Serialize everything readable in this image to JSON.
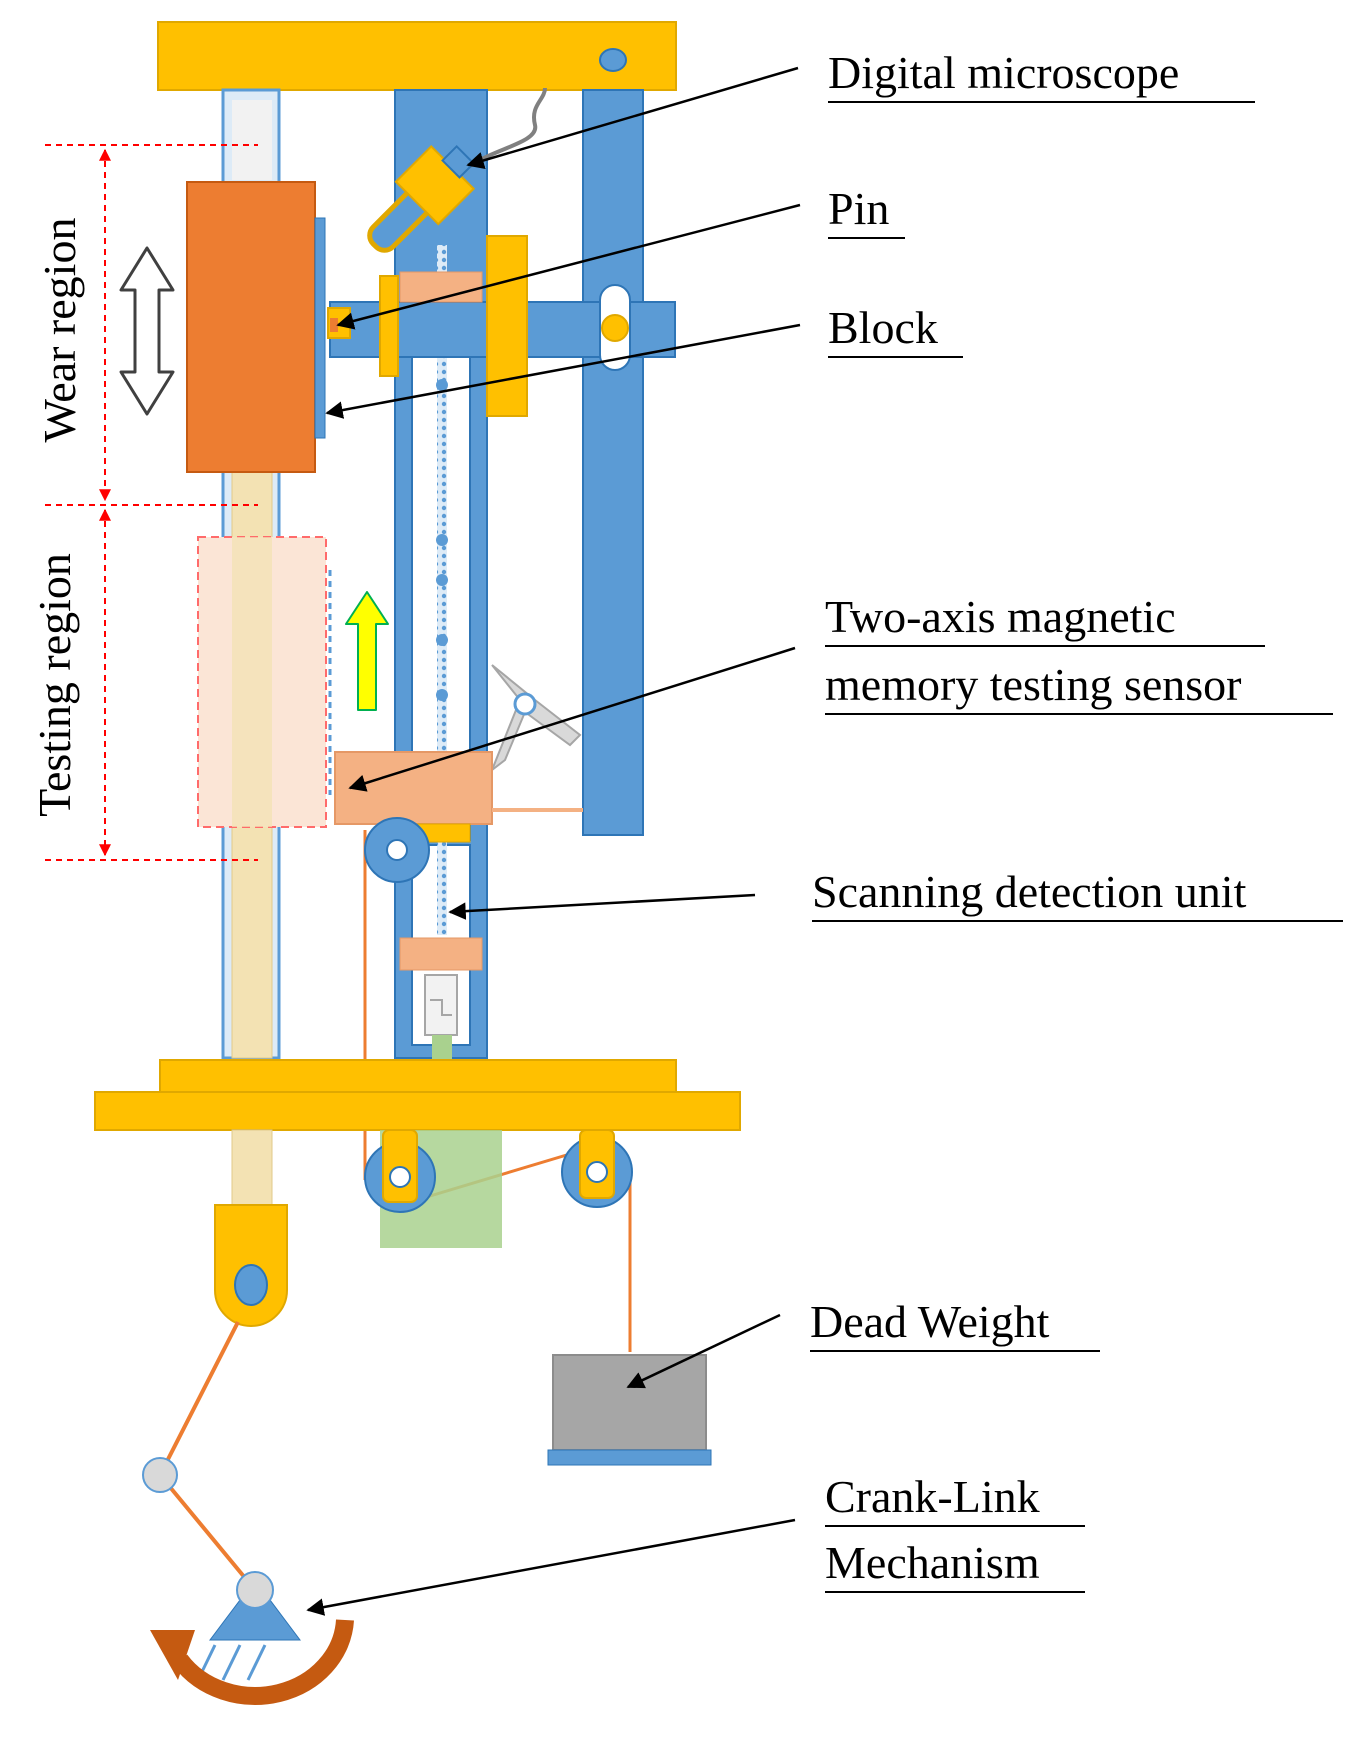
{
  "labels": {
    "digital_microscope": "Digital microscope",
    "pin": "Pin",
    "block": "Block",
    "sensor_line1": "Two-axis magnetic",
    "sensor_line2": "memory testing sensor",
    "scanning_unit": "Scanning detection unit",
    "dead_weight": "Dead Weight",
    "crank_line1": "Crank-Link",
    "crank_line2": "Mechanism"
  },
  "regions": {
    "wear": "Wear region",
    "testing": "Testing region"
  },
  "colors": {
    "frame_yellow": "#FFC000",
    "column_blue": "#5B9BD5",
    "block_orange": "#ED7D31",
    "sensor_salmon": "#F4B183",
    "shaft_cream": "#F3E2B3",
    "weight_gray": "#A6A6A6",
    "region_red": "#FF0000",
    "arrow_yellow": "#FFFF00",
    "crank_arrow": "#C55A11",
    "ground_green": "#A9D18E"
  }
}
